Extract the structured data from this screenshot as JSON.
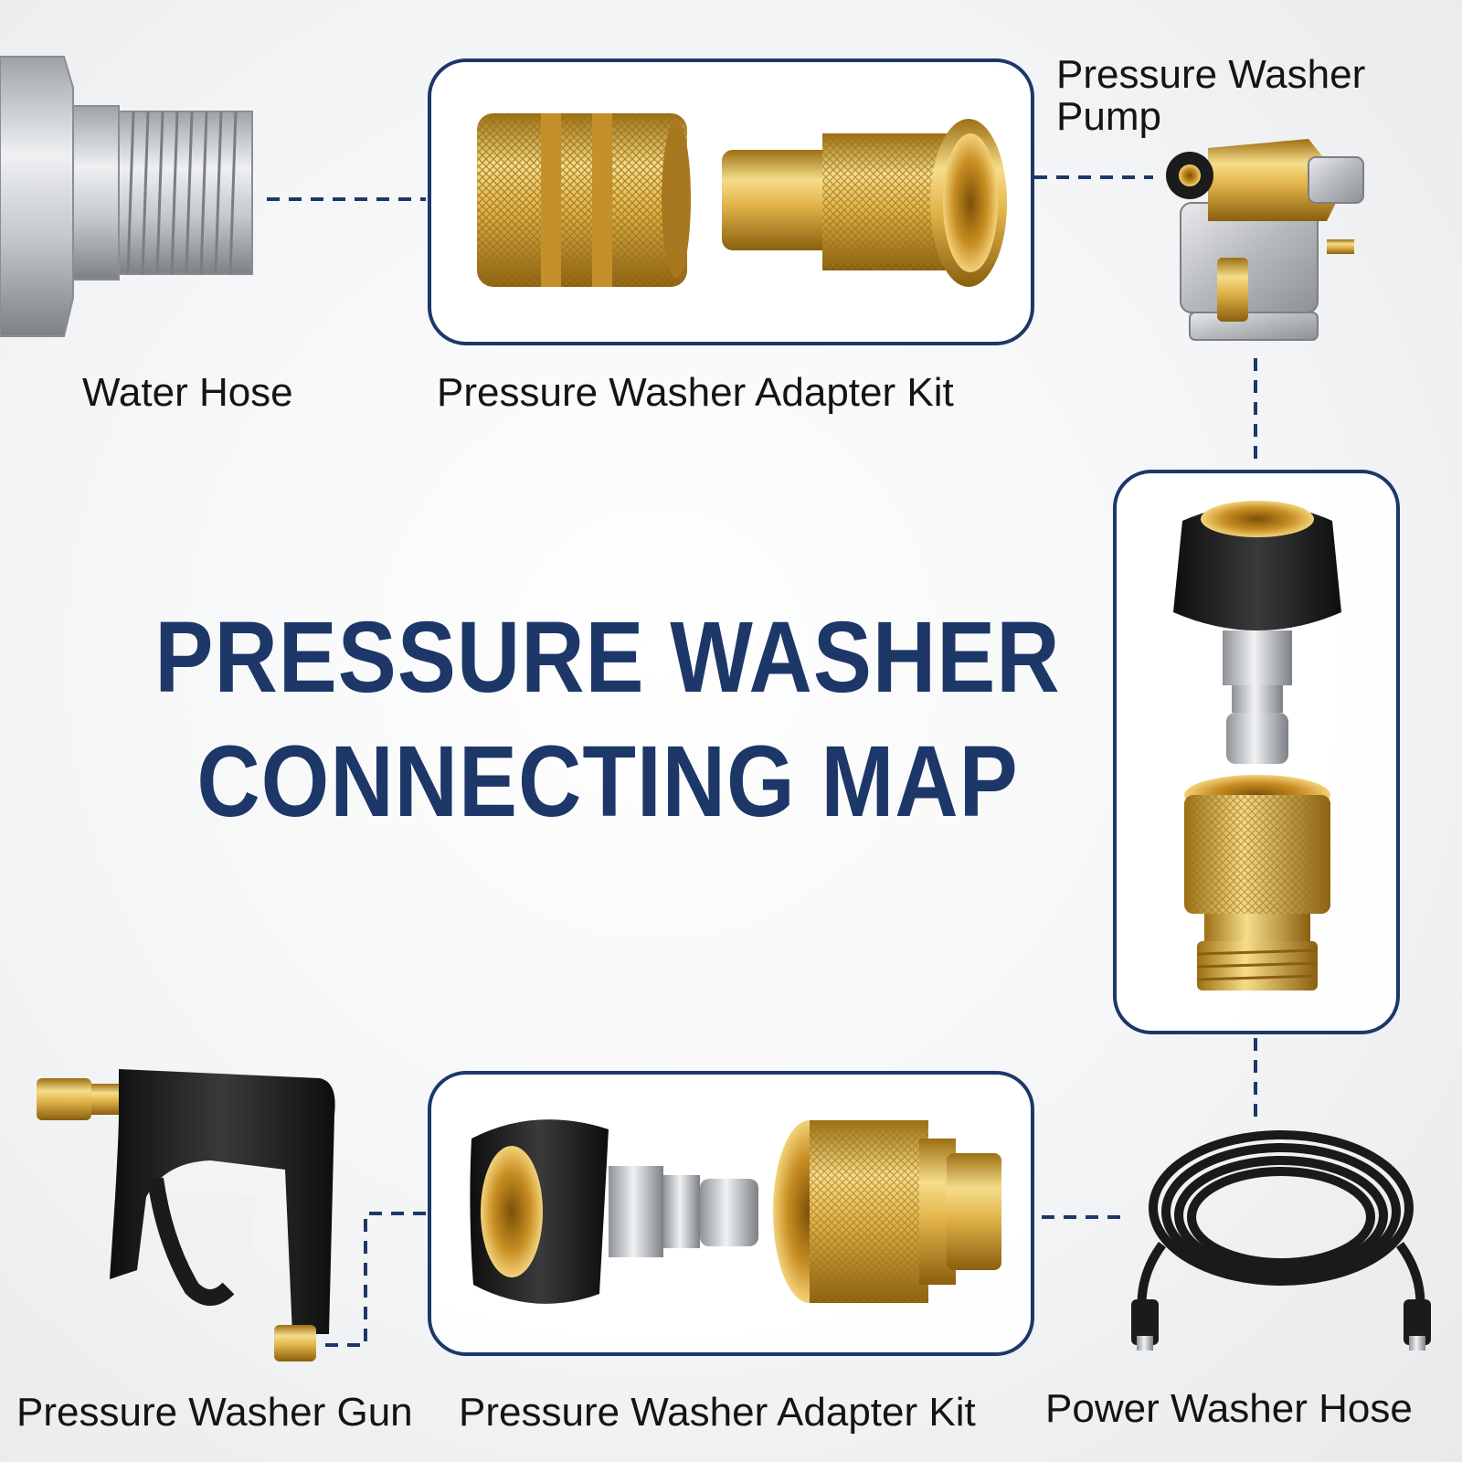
{
  "title": {
    "line1": "PRESSURE WASHER",
    "line2": "CONNECTING MAP"
  },
  "labels": {
    "water_hose": "Water Hose",
    "adapter_kit_top": "Pressure Washer Adapter Kit",
    "pump_line1": "Pressure Washer",
    "pump_line2": "Pump",
    "gun": "Pressure Washer Gun",
    "adapter_kit_bottom": "Pressure Washer Adapter Kit",
    "power_hose": "Power Washer Hose"
  },
  "colors": {
    "accent": "#1d3769",
    "brass": "#d9a93a",
    "steel": "#b9bcc0",
    "black_rubber": "#1b1b1b"
  },
  "icons": [
    "water-hose-fitting-icon",
    "brass-coupler-icon",
    "pressure-pump-icon",
    "twist-connector-icon",
    "spray-gun-icon",
    "coiled-hose-icon"
  ]
}
